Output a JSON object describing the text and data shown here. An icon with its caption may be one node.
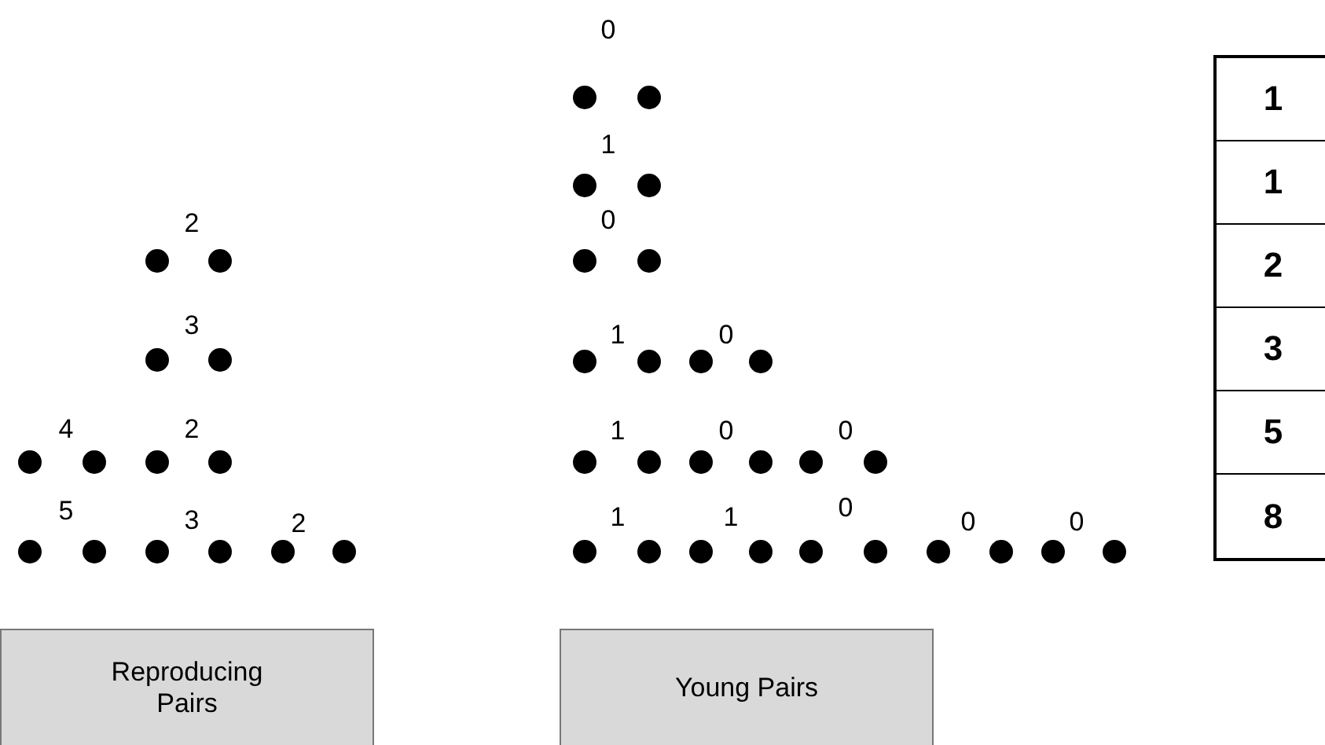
{
  "diagram": {
    "nodes": [
      {
        "text": [
          "Reproducing Pairs"
        ]
      },
      {
        "text": [
          "Young Pairs"
        ]
      }
    ],
    "edges": [],
    "labels": [
      "0",
      "1",
      "2",
      "0",
      "3",
      "1",
      "0",
      "4",
      "2",
      "1",
      "0",
      "0",
      "5",
      "3",
      "2",
      "1",
      "1",
      "0",
      "0",
      "0",
      "1",
      "1",
      "2",
      "3",
      "5",
      "8"
    ]
  }
}
